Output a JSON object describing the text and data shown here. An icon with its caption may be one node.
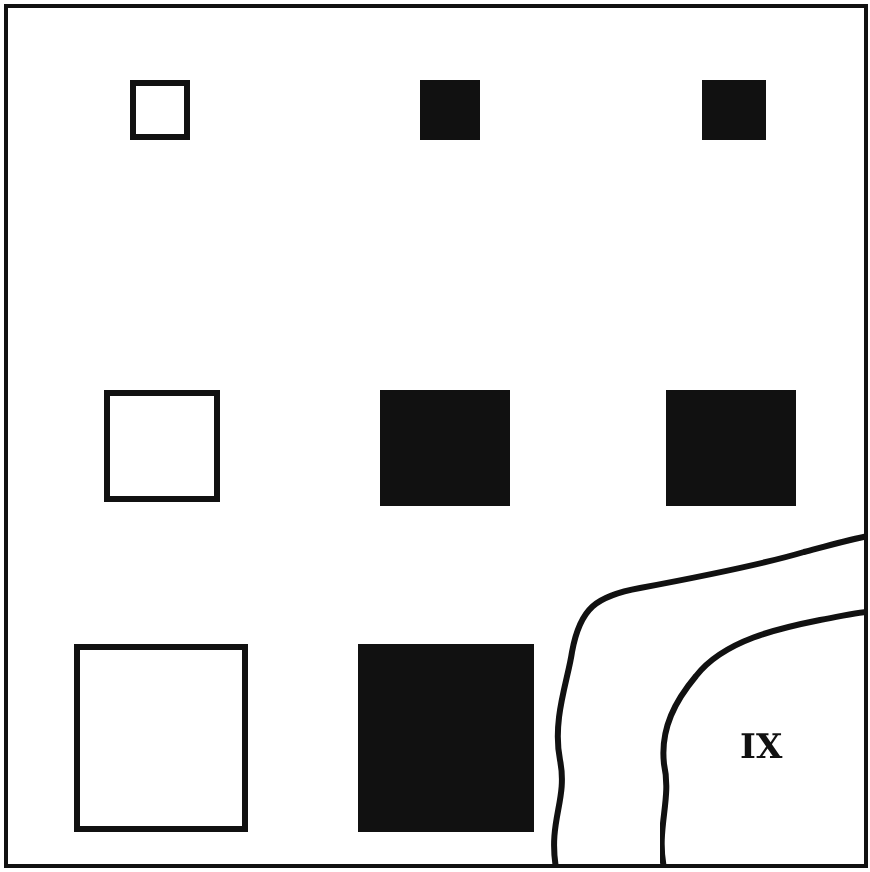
{
  "diagram": {
    "nodes": [
      {
        "text": [],
        "shape": "box"
      },
      {
        "text": [],
        "shape": "box"
      },
      {
        "text": [],
        "shape": "box"
      },
      {
        "text": [],
        "shape": "box"
      },
      {
        "text": [],
        "shape": "box"
      },
      {
        "text": [],
        "shape": "box"
      },
      {
        "text": [],
        "shape": "box"
      },
      {
        "text": [],
        "shape": "box"
      },
      {
        "text": [],
        "shape": "band"
      },
      {
        "text": [
          "IX"
        ],
        "in": 8
      }
    ]
  }
}
